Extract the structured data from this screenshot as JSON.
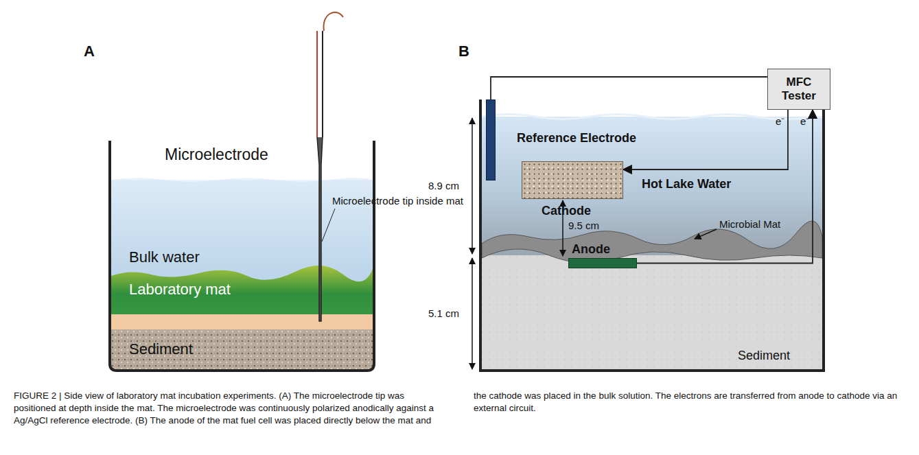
{
  "diagram": {
    "caption": "FIGURE 2 | Side view of laboratory mat incubation experiments. (A) The microelectrode tip was positioned at depth inside the mat. The microelectrode was continuously polarized anodically against a Ag/AgCl reference electrode. (B) The anode of the mat fuel cell was placed directly below the mat and the cathode was placed in the bulk solution. The electrons are transferred from anode to cathode via an external circuit.",
    "nodes": [
      {
        "text": [
          "MFC Tester"
        ]
      },
      {
        "text": [
          "Reference Electrode"
        ]
      },
      {
        "text": [
          "Cathode"
        ]
      },
      {
        "text": [
          "Anode"
        ]
      }
    ],
    "edges": [
      {
        "from": 0,
        "to": 2,
        "label": "e⁻",
        "arrow": "to"
      },
      {
        "from": 3,
        "to": 0,
        "label": "e⁻",
        "arrow": "to"
      },
      {
        "from": 1,
        "to": 0,
        "arrow": "none"
      }
    ],
    "labels": [
      "A",
      "B",
      "Microelectrode",
      "Microelectrode tip inside mat",
      "Bulk water",
      "Laboratory mat",
      "Sediment",
      "Hot Lake Water",
      "Microbial Mat",
      "Sediment",
      "8.9 cm",
      "9.5 cm",
      "5.1 cm"
    ]
  }
}
